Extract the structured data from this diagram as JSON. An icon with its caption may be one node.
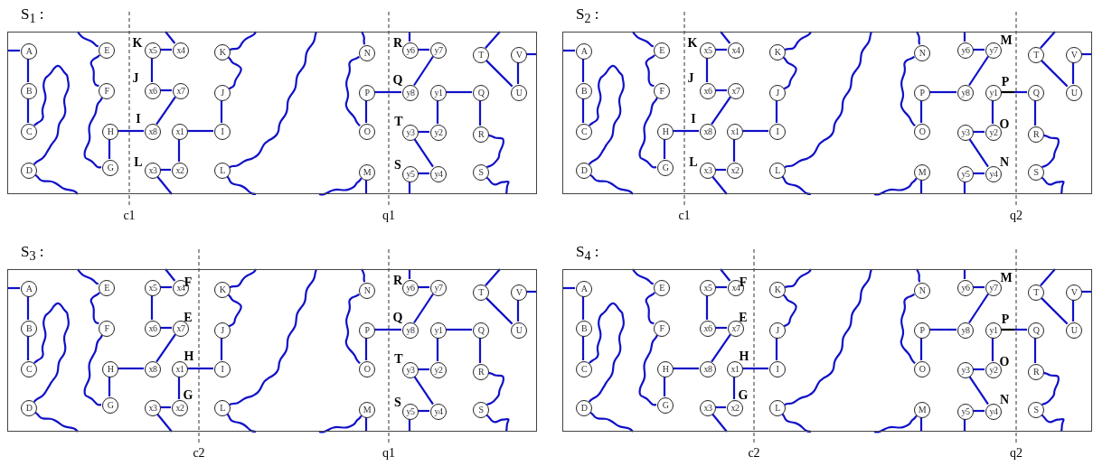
{
  "diagram": {
    "nodes": [
      {
        "text": [
          "S$_{1}$ :"
        ]
      },
      {
        "text": [
          "A"
        ],
        "in": 0
      },
      {
        "text": [
          "B"
        ],
        "in": 0
      },
      {
        "text": [
          "C"
        ],
        "in": 0
      },
      {
        "text": [
          "D"
        ],
        "in": 0
      },
      {
        "text": [
          "E"
        ],
        "in": 0
      },
      {
        "text": [
          "F"
        ],
        "in": 0
      },
      {
        "text": [
          "H"
        ],
        "in": 0
      },
      {
        "text": [
          "G"
        ],
        "in": 0
      },
      {
        "text": [
          "x5"
        ],
        "in": 0
      },
      {
        "text": [
          "x4"
        ],
        "in": 0
      },
      {
        "text": [
          "x6"
        ],
        "in": 0
      },
      {
        "text": [
          "x7"
        ],
        "in": 0
      },
      {
        "text": [
          "x8"
        ],
        "in": 0
      },
      {
        "text": [
          "x1"
        ],
        "in": 0
      },
      {
        "text": [
          "x3"
        ],
        "in": 0
      },
      {
        "text": [
          "x2"
        ],
        "in": 0
      },
      {
        "text": [
          "K"
        ],
        "in": 0
      },
      {
        "text": [
          "J"
        ],
        "in": 0
      },
      {
        "text": [
          "I"
        ],
        "in": 0
      },
      {
        "text": [
          "L"
        ],
        "in": 0
      },
      {
        "text": [
          "N"
        ],
        "in": 0
      },
      {
        "text": [
          "P"
        ],
        "in": 0
      },
      {
        "text": [
          "O"
        ],
        "in": 0
      },
      {
        "text": [
          "M"
        ],
        "in": 0
      },
      {
        "text": [
          "y6"
        ],
        "in": 0
      },
      {
        "text": [
          "y7"
        ],
        "in": 0
      },
      {
        "text": [
          "y8"
        ],
        "in": 0
      },
      {
        "text": [
          "y1"
        ],
        "in": 0
      },
      {
        "text": [
          "y3"
        ],
        "in": 0
      },
      {
        "text": [
          "y2"
        ],
        "in": 0
      },
      {
        "text": [
          "y5"
        ],
        "in": 0
      },
      {
        "text": [
          "y4"
        ],
        "in": 0
      },
      {
        "text": [
          "T"
        ],
        "in": 0
      },
      {
        "text": [
          "V"
        ],
        "in": 0
      },
      {
        "text": [
          "Q"
        ],
        "in": 0
      },
      {
        "text": [
          "U"
        ],
        "in": 0
      },
      {
        "text": [
          "R"
        ],
        "in": 0
      },
      {
        "text": [
          "S"
        ],
        "in": 0
      },
      {
        "text": [
          "S$_{2}$ :"
        ]
      },
      {
        "text": [
          "A"
        ],
        "in": 39
      },
      {
        "text": [
          "B"
        ],
        "in": 39
      },
      {
        "text": [
          "C"
        ],
        "in": 39
      },
      {
        "text": [
          "D"
        ],
        "in": 39
      },
      {
        "text": [
          "E"
        ],
        "in": 39
      },
      {
        "text": [
          "F"
        ],
        "in": 39
      },
      {
        "text": [
          "H"
        ],
        "in": 39
      },
      {
        "text": [
          "G"
        ],
        "in": 39
      },
      {
        "text": [
          "x5"
        ],
        "in": 39
      },
      {
        "text": [
          "x4"
        ],
        "in": 39
      },
      {
        "text": [
          "x6"
        ],
        "in": 39
      },
      {
        "text": [
          "x7"
        ],
        "in": 39
      },
      {
        "text": [
          "x8"
        ],
        "in": 39
      },
      {
        "text": [
          "x1"
        ],
        "in": 39
      },
      {
        "text": [
          "x3"
        ],
        "in": 39
      },
      {
        "text": [
          "x2"
        ],
        "in": 39
      },
      {
        "text": [
          "K"
        ],
        "in": 39
      },
      {
        "text": [
          "J"
        ],
        "in": 39
      },
      {
        "text": [
          "I"
        ],
        "in": 39
      },
      {
        "text": [
          "L"
        ],
        "in": 39
      },
      {
        "text": [
          "N"
        ],
        "in": 39
      },
      {
        "text": [
          "P"
        ],
        "in": 39
      },
      {
        "text": [
          "O"
        ],
        "in": 39
      },
      {
        "text": [
          "M"
        ],
        "in": 39
      },
      {
        "text": [
          "y6"
        ],
        "in": 39
      },
      {
        "text": [
          "y7"
        ],
        "in": 39
      },
      {
        "text": [
          "y8"
        ],
        "in": 39
      },
      {
        "text": [
          "y1"
        ],
        "in": 39
      },
      {
        "text": [
          "y3"
        ],
        "in": 39
      },
      {
        "text": [
          "y2"
        ],
        "in": 39
      },
      {
        "text": [
          "y5"
        ],
        "in": 39
      },
      {
        "text": [
          "y4"
        ],
        "in": 39
      },
      {
        "text": [
          "T"
        ],
        "in": 39
      },
      {
        "text": [
          "V"
        ],
        "in": 39
      },
      {
        "text": [
          "Q"
        ],
        "in": 39
      },
      {
        "text": [
          "U"
        ],
        "in": 39
      },
      {
        "text": [
          "R"
        ],
        "in": 39
      },
      {
        "text": [
          "S"
        ],
        "in": 39
      },
      {
        "text": [
          "S$_{3}$ :"
        ]
      },
      {
        "text": [
          "A"
        ],
        "in": 78
      },
      {
        "text": [
          "B"
        ],
        "in": 78
      },
      {
        "text": [
          "C"
        ],
        "in": 78
      },
      {
        "text": [
          "D"
        ],
        "in": 78
      },
      {
        "text": [
          "E"
        ],
        "in": 78
      },
      {
        "text": [
          "F"
        ],
        "in": 78
      },
      {
        "text": [
          "H"
        ],
        "in": 78
      },
      {
        "text": [
          "G"
        ],
        "in": 78
      },
      {
        "text": [
          "x5"
        ],
        "in": 78
      },
      {
        "text": [
          "x4"
        ],
        "in": 78
      },
      {
        "text": [
          "x6"
        ],
        "in": 78
      },
      {
        "text": [
          "x7"
        ],
        "in": 78
      },
      {
        "text": [
          "x8"
        ],
        "in": 78
      },
      {
        "text": [
          "x1"
        ],
        "in": 78
      },
      {
        "text": [
          "x3"
        ],
        "in": 78
      },
      {
        "text": [
          "x2"
        ],
        "in": 78
      },
      {
        "text": [
          "K"
        ],
        "in": 78
      },
      {
        "text": [
          "J"
        ],
        "in": 78
      },
      {
        "text": [
          "I"
        ],
        "in": 78
      },
      {
        "text": [
          "L"
        ],
        "in": 78
      },
      {
        "text": [
          "N"
        ],
        "in": 78
      },
      {
        "text": [
          "P"
        ],
        "in": 78
      },
      {
        "text": [
          "O"
        ],
        "in": 78
      },
      {
        "text": [
          "M"
        ],
        "in": 78
      },
      {
        "text": [
          "y6"
        ],
        "in": 78
      },
      {
        "text": [
          "y7"
        ],
        "in": 78
      },
      {
        "text": [
          "y8"
        ],
        "in": 78
      },
      {
        "text": [
          "y1"
        ],
        "in": 78
      },
      {
        "text": [
          "y3"
        ],
        "in": 78
      },
      {
        "text": [
          "y2"
        ],
        "in": 78
      },
      {
        "text": [
          "y5"
        ],
        "in": 78
      },
      {
        "text": [
          "y4"
        ],
        "in": 78
      },
      {
        "text": [
          "T"
        ],
        "in": 78
      },
      {
        "text": [
          "V"
        ],
        "in": 78
      },
      {
        "text": [
          "Q"
        ],
        "in": 78
      },
      {
        "text": [
          "U"
        ],
        "in": 78
      },
      {
        "text": [
          "R"
        ],
        "in": 78
      },
      {
        "text": [
          "S"
        ],
        "in": 78
      },
      {
        "text": [
          "S$_{4}$ :"
        ]
      },
      {
        "text": [
          "A"
        ],
        "in": 117
      },
      {
        "text": [
          "B"
        ],
        "in": 117
      },
      {
        "text": [
          "C"
        ],
        "in": 117
      },
      {
        "text": [
          "D"
        ],
        "in": 117
      },
      {
        "text": [
          "E"
        ],
        "in": 117
      },
      {
        "text": [
          "F"
        ],
        "in": 117
      },
      {
        "text": [
          "H"
        ],
        "in": 117
      },
      {
        "text": [
          "G"
        ],
        "in": 117
      },
      {
        "text": [
          "x5"
        ],
        "in": 117
      },
      {
        "text": [
          "x4"
        ],
        "in": 117
      },
      {
        "text": [
          "x6"
        ],
        "in": 117
      },
      {
        "text": [
          "x7"
        ],
        "in": 117
      },
      {
        "text": [
          "x8"
        ],
        "in": 117
      },
      {
        "text": [
          "x1"
        ],
        "in": 117
      },
      {
        "text": [
          "x3"
        ],
        "in": 117
      },
      {
        "text": [
          "x2"
        ],
        "in": 117
      },
      {
        "text": [
          "K"
        ],
        "in": 117
      },
      {
        "text": [
          "J"
        ],
        "in": 117
      },
      {
        "text": [
          "I"
        ],
        "in": 117
      },
      {
        "text": [
          "L"
        ],
        "in": 117
      },
      {
        "text": [
          "N"
        ],
        "in": 117
      },
      {
        "text": [
          "P"
        ],
        "in": 117
      },
      {
        "text": [
          "O"
        ],
        "in": 117
      },
      {
        "text": [
          "M"
        ],
        "in": 117
      },
      {
        "text": [
          "y6"
        ],
        "in": 117
      },
      {
        "text": [
          "y7"
        ],
        "in": 117
      },
      {
        "text": [
          "y8"
        ],
        "in": 117
      },
      {
        "text": [
          "y1"
        ],
        "in": 117
      },
      {
        "text": [
          "y3"
        ],
        "in": 117
      },
      {
        "text": [
          "y2"
        ],
        "in": 117
      },
      {
        "text": [
          "y5"
        ],
        "in": 117
      },
      {
        "text": [
          "y4"
        ],
        "in": 117
      },
      {
        "text": [
          "T"
        ],
        "in": 117
      },
      {
        "text": [
          "V"
        ],
        "in": 117
      },
      {
        "text": [
          "Q"
        ],
        "in": 117
      },
      {
        "text": [
          "U"
        ],
        "in": 117
      },
      {
        "text": [
          "R"
        ],
        "in": 117
      },
      {
        "text": [
          "S"
        ],
        "in": 117
      }
    ],
    "edges": [
      {
        "from": 1,
        "to": null,
        "arrow": "none"
      },
      {
        "from": 1,
        "to": 2,
        "arrow": "none"
      },
      {
        "from": 2,
        "to": 3,
        "arrow": "none"
      },
      {
        "from": 3,
        "to": 4,
        "arrow": "none"
      },
      {
        "from": 4,
        "to": null,
        "arrow": "none"
      },
      {
        "from": 5,
        "to": null,
        "arrow": "none"
      },
      {
        "from": 5,
        "to": 6,
        "arrow": "none"
      },
      {
        "from": 6,
        "to": 8,
        "arrow": "none"
      },
      {
        "from": 7,
        "to": 8,
        "arrow": "none"
      },
      {
        "from": 7,
        "to": 13,
        "arrow": "none"
      },
      {
        "from": 9,
        "to": 10,
        "arrow": "none"
      },
      {
        "from": 10,
        "to": null,
        "arrow": "none"
      },
      {
        "from": 9,
        "to": 11,
        "arrow": "none"
      },
      {
        "from": 11,
        "to": 12,
        "arrow": "none"
      },
      {
        "from": 12,
        "to": 13,
        "arrow": "none"
      },
      {
        "from": 14,
        "to": 19,
        "arrow": "none"
      },
      {
        "from": 14,
        "to": 16,
        "arrow": "none"
      },
      {
        "from": 15,
        "to": 16,
        "arrow": "none"
      },
      {
        "from": 15,
        "to": null,
        "arrow": "none"
      },
      {
        "from": 17,
        "to": null,
        "arrow": "none"
      },
      {
        "from": 17,
        "to": 18,
        "arrow": "none"
      },
      {
        "from": 18,
        "to": 19,
        "arrow": "none"
      },
      {
        "from": 20,
        "to": null,
        "arrow": "none"
      },
      {
        "from": 20,
        "to": null,
        "arrow": "none"
      },
      {
        "from": 21,
        "to": null,
        "arrow": "none"
      },
      {
        "from": 21,
        "to": 23,
        "arrow": "none"
      },
      {
        "from": 22,
        "to": 23,
        "arrow": "none"
      },
      {
        "from": 22,
        "to": 27,
        "arrow": "none"
      },
      {
        "from": 24,
        "to": null,
        "arrow": "none"
      },
      {
        "from": 24,
        "to": null,
        "arrow": "none"
      },
      {
        "from": 25,
        "to": null,
        "arrow": "none"
      },
      {
        "from": 25,
        "to": 26,
        "arrow": "none"
      },
      {
        "from": 26,
        "to": 27,
        "arrow": "none"
      },
      {
        "from": 28,
        "to": 35,
        "arrow": "none"
      },
      {
        "from": 28,
        "to": 30,
        "arrow": "none"
      },
      {
        "from": 29,
        "to": 30,
        "arrow": "none"
      },
      {
        "from": 29,
        "to": 32,
        "arrow": "none"
      },
      {
        "from": 31,
        "to": 32,
        "arrow": "none"
      },
      {
        "from": 31,
        "to": null,
        "arrow": "none"
      },
      {
        "from": 35,
        "to": 37,
        "arrow": "none"
      },
      {
        "from": 37,
        "to": 38,
        "arrow": "none"
      },
      {
        "from": 38,
        "to": null,
        "arrow": "none"
      },
      {
        "from": 33,
        "to": null,
        "arrow": "none"
      },
      {
        "from": 33,
        "to": 36,
        "arrow": "none"
      },
      {
        "from": 34,
        "to": 36,
        "arrow": "none"
      },
      {
        "from": 34,
        "to": null,
        "arrow": "none"
      },
      {
        "from": 40,
        "to": null,
        "arrow": "none"
      },
      {
        "from": 40,
        "to": 41,
        "arrow": "none"
      },
      {
        "from": 41,
        "to": 42,
        "arrow": "none"
      },
      {
        "from": 42,
        "to": 43,
        "arrow": "none"
      },
      {
        "from": 43,
        "to": null,
        "arrow": "none"
      },
      {
        "from": 44,
        "to": null,
        "arrow": "none"
      },
      {
        "from": 44,
        "to": 45,
        "arrow": "none"
      },
      {
        "from": 45,
        "to": 47,
        "arrow": "none"
      },
      {
        "from": 46,
        "to": 47,
        "arrow": "none"
      },
      {
        "from": 46,
        "to": 52,
        "arrow": "none"
      },
      {
        "from": 48,
        "to": 49,
        "arrow": "none"
      },
      {
        "from": 49,
        "to": null,
        "arrow": "none"
      },
      {
        "from": 48,
        "to": 50,
        "arrow": "none"
      },
      {
        "from": 50,
        "to": 51,
        "arrow": "none"
      },
      {
        "from": 51,
        "to": 52,
        "arrow": "none"
      },
      {
        "from": 53,
        "to": 58,
        "arrow": "none"
      },
      {
        "from": 53,
        "to": 55,
        "arrow": "none"
      },
      {
        "from": 54,
        "to": 55,
        "arrow": "none"
      },
      {
        "from": 54,
        "to": null,
        "arrow": "none"
      },
      {
        "from": 56,
        "to": null,
        "arrow": "none"
      },
      {
        "from": 56,
        "to": 57,
        "arrow": "none"
      },
      {
        "from": 57,
        "to": 58,
        "arrow": "none"
      },
      {
        "from": 59,
        "to": null,
        "arrow": "none"
      },
      {
        "from": 59,
        "to": null,
        "arrow": "none"
      },
      {
        "from": 60,
        "to": null,
        "arrow": "none"
      },
      {
        "from": 60,
        "to": 62,
        "arrow": "none"
      },
      {
        "from": 61,
        "to": 62,
        "arrow": "none"
      },
      {
        "from": 61,
        "to": 66,
        "arrow": "none"
      },
      {
        "from": 63,
        "to": null,
        "arrow": "none"
      },
      {
        "from": 63,
        "to": null,
        "arrow": "none"
      },
      {
        "from": 64,
        "to": null,
        "arrow": "none"
      },
      {
        "from": 64,
        "to": 65,
        "arrow": "none"
      },
      {
        "from": 65,
        "to": 66,
        "arrow": "none"
      },
      {
        "from": 67,
        "to": 74,
        "arrow": "none",
        "color": "#000000"
      },
      {
        "from": 67,
        "to": 69,
        "arrow": "none"
      },
      {
        "from": 68,
        "to": 69,
        "arrow": "none"
      },
      {
        "from": 68,
        "to": 71,
        "arrow": "none"
      },
      {
        "from": 70,
        "to": 71,
        "arrow": "none"
      },
      {
        "from": 70,
        "to": null,
        "arrow": "none"
      },
      {
        "from": 74,
        "to": 76,
        "arrow": "none"
      },
      {
        "from": 76,
        "to": 77,
        "arrow": "none"
      },
      {
        "from": 77,
        "to": null,
        "arrow": "none"
      },
      {
        "from": 72,
        "to": null,
        "arrow": "none"
      },
      {
        "from": 72,
        "to": 75,
        "arrow": "none"
      },
      {
        "from": 73,
        "to": 75,
        "arrow": "none"
      },
      {
        "from": 73,
        "to": null,
        "arrow": "none"
      },
      {
        "from": 79,
        "to": null,
        "arrow": "none"
      },
      {
        "from": 79,
        "to": 80,
        "arrow": "none"
      },
      {
        "from": 80,
        "to": 81,
        "arrow": "none"
      },
      {
        "from": 81,
        "to": 82,
        "arrow": "none"
      },
      {
        "from": 82,
        "to": null,
        "arrow": "none"
      },
      {
        "from": 83,
        "to": null,
        "arrow": "none"
      },
      {
        "from": 83,
        "to": 84,
        "arrow": "none"
      },
      {
        "from": 84,
        "to": 86,
        "arrow": "none"
      },
      {
        "from": 85,
        "to": 86,
        "arrow": "none"
      },
      {
        "from": 85,
        "to": 91,
        "arrow": "none"
      },
      {
        "from": 87,
        "to": 88,
        "arrow": "none"
      },
      {
        "from": 88,
        "to": null,
        "arrow": "none"
      },
      {
        "from": 87,
        "to": 89,
        "arrow": "none"
      },
      {
        "from": 89,
        "to": 90,
        "arrow": "none"
      },
      {
        "from": 90,
        "to": 91,
        "arrow": "none"
      },
      {
        "from": 92,
        "to": 97,
        "arrow": "none"
      },
      {
        "from": 92,
        "to": 94,
        "arrow": "none"
      },
      {
        "from": 93,
        "to": 94,
        "arrow": "none"
      },
      {
        "from": 93,
        "to": null,
        "arrow": "none"
      },
      {
        "from": 95,
        "to": null,
        "arrow": "none"
      },
      {
        "from": 95,
        "to": 96,
        "arrow": "none"
      },
      {
        "from": 96,
        "to": 97,
        "arrow": "none"
      },
      {
        "from": 98,
        "to": null,
        "arrow": "none"
      },
      {
        "from": 98,
        "to": null,
        "arrow": "none"
      },
      {
        "from": 99,
        "to": null,
        "arrow": "none"
      },
      {
        "from": 99,
        "to": 101,
        "arrow": "none"
      },
      {
        "from": 100,
        "to": 101,
        "arrow": "none"
      },
      {
        "from": 100,
        "to": 105,
        "arrow": "none"
      },
      {
        "from": 102,
        "to": null,
        "arrow": "none"
      },
      {
        "from": 102,
        "to": null,
        "arrow": "none"
      },
      {
        "from": 103,
        "to": null,
        "arrow": "none"
      },
      {
        "from": 103,
        "to": 104,
        "arrow": "none"
      },
      {
        "from": 104,
        "to": 105,
        "arrow": "none"
      },
      {
        "from": 106,
        "to": 113,
        "arrow": "none"
      },
      {
        "from": 106,
        "to": 108,
        "arrow": "none"
      },
      {
        "from": 107,
        "to": 108,
        "arrow": "none"
      },
      {
        "from": 107,
        "to": 110,
        "arrow": "none"
      },
      {
        "from": 109,
        "to": 110,
        "arrow": "none"
      },
      {
        "from": 109,
        "to": null,
        "arrow": "none"
      },
      {
        "from": 113,
        "to": 115,
        "arrow": "none"
      },
      {
        "from": 115,
        "to": 116,
        "arrow": "none"
      },
      {
        "from": 116,
        "to": null,
        "arrow": "none"
      },
      {
        "from": 111,
        "to": null,
        "arrow": "none"
      },
      {
        "from": 111,
        "to": 114,
        "arrow": "none"
      },
      {
        "from": 112,
        "to": 114,
        "arrow": "none"
      },
      {
        "from": 112,
        "to": null,
        "arrow": "none"
      },
      {
        "from": 118,
        "to": null,
        "arrow": "none"
      },
      {
        "from": 118,
        "to": 119,
        "arrow": "none"
      },
      {
        "from": 119,
        "to": 120,
        "arrow": "none"
      },
      {
        "from": 120,
        "to": 121,
        "arrow": "none"
      },
      {
        "from": 121,
        "to": null,
        "arrow": "none"
      },
      {
        "from": 122,
        "to": null,
        "arrow": "none"
      },
      {
        "from": 122,
        "to": 123,
        "arrow": "none"
      },
      {
        "from": 123,
        "to": 125,
        "arrow": "none"
      },
      {
        "from": 124,
        "to": 125,
        "arrow": "none"
      },
      {
        "from": 124,
        "to": 130,
        "arrow": "none"
      },
      {
        "from": 126,
        "to": 127,
        "arrow": "none"
      },
      {
        "from": 127,
        "to": null,
        "arrow": "none"
      },
      {
        "from": 126,
        "to": 128,
        "arrow": "none"
      },
      {
        "from": 128,
        "to": 129,
        "arrow": "none"
      },
      {
        "from": 129,
        "to": 130,
        "arrow": "none"
      },
      {
        "from": 131,
        "to": 136,
        "arrow": "none"
      },
      {
        "from": 131,
        "to": 133,
        "arrow": "none"
      },
      {
        "from": 132,
        "to": 133,
        "arrow": "none"
      },
      {
        "from": 132,
        "to": null,
        "arrow": "none"
      },
      {
        "from": 134,
        "to": null,
        "arrow": "none"
      },
      {
        "from": 134,
        "to": 135,
        "arrow": "none"
      },
      {
        "from": 135,
        "to": 136,
        "arrow": "none"
      },
      {
        "from": 137,
        "to": null,
        "arrow": "none"
      },
      {
        "from": 137,
        "to": null,
        "arrow": "none"
      },
      {
        "from": 138,
        "to": null,
        "arrow": "none"
      },
      {
        "from": 138,
        "to": 140,
        "arrow": "none"
      },
      {
        "from": 139,
        "to": 140,
        "arrow": "none"
      },
      {
        "from": 139,
        "to": 144,
        "arrow": "none"
      },
      {
        "from": 141,
        "to": null,
        "arrow": "none"
      },
      {
        "from": 141,
        "to": null,
        "arrow": "none"
      },
      {
        "from": 142,
        "to": null,
        "arrow": "none"
      },
      {
        "from": 142,
        "to": 143,
        "arrow": "none"
      },
      {
        "from": 143,
        "to": 144,
        "arrow": "none"
      },
      {
        "from": 145,
        "to": 152,
        "arrow": "none",
        "color": "#000000"
      },
      {
        "from": 145,
        "to": 147,
        "arrow": "none"
      },
      {
        "from": 146,
        "to": 147,
        "arrow": "none"
      },
      {
        "from": 146,
        "to": 149,
        "arrow": "none"
      },
      {
        "from": 148,
        "to": 149,
        "arrow": "none"
      },
      {
        "from": 148,
        "to": null,
        "arrow": "none"
      },
      {
        "from": 152,
        "to": 154,
        "arrow": "none"
      },
      {
        "from": 154,
        "to": 155,
        "arrow": "none"
      },
      {
        "from": 155,
        "to": null,
        "arrow": "none"
      },
      {
        "from": 150,
        "to": null,
        "arrow": "none"
      },
      {
        "from": 150,
        "to": 153,
        "arrow": "none"
      },
      {
        "from": 151,
        "to": 153,
        "arrow": "none"
      },
      {
        "from": 151,
        "to": null,
        "arrow": "none"
      }
    ],
    "labels": [
      "K",
      "J",
      "I",
      "L",
      "R",
      "Q",
      "T",
      "S",
      "c1",
      "q1",
      "K",
      "J",
      "I",
      "L",
      "M",
      "P",
      "O",
      "N",
      "c1",
      "q2",
      "F",
      "E",
      "H",
      "G",
      "R",
      "Q",
      "T",
      "S",
      "c2",
      "q1",
      "F",
      "E",
      "H",
      "G",
      "M",
      "P",
      "O",
      "N",
      "c2",
      "q2"
    ]
  }
}
